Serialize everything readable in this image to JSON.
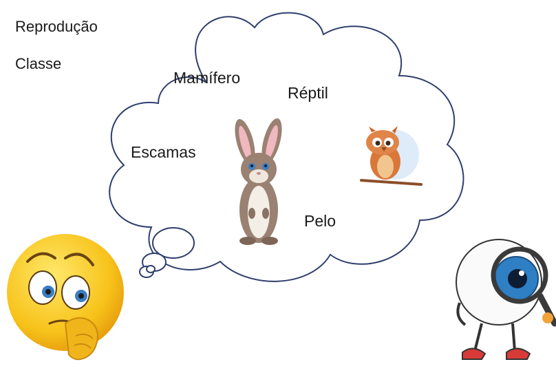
{
  "side_labels": {
    "reproducao": "Reprodução",
    "classe": "Classe"
  },
  "cloud_words": {
    "mamifero": "Mamífero",
    "reptil": "Réptil",
    "escamas": "Escamas",
    "pelo": "Pelo"
  },
  "icons": [
    "thinking-emoji-icon",
    "rabbit-icon",
    "owl-icon",
    "eyeball-magnifier-icon",
    "thought-cloud"
  ],
  "colors": {
    "cloud_stroke": "#2e3e6e",
    "emoji_yellow": "#f7c21a",
    "rabbit_brown": "#9a8172",
    "owl_orange": "#d9773a",
    "eye_blue": "#2f7fc4"
  }
}
